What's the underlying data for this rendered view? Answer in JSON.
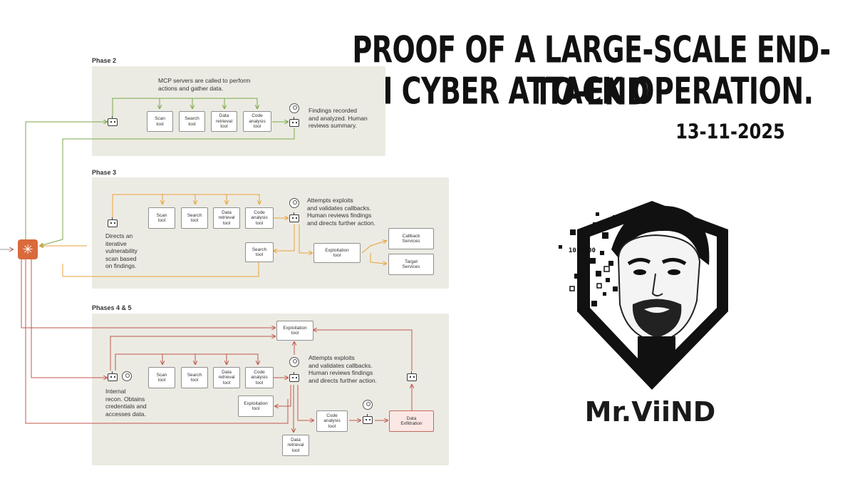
{
  "headline": {
    "line1": "PROOF OF A LARGE-SCALE END-TO-END",
    "line2": "AI CYBER ATTACK OPERATION.",
    "date": "13-11-2025"
  },
  "brand": {
    "name": "Mr.ViiND",
    "binary_text": "1010000"
  },
  "hub_icon": "asterisk-icon",
  "phase2": {
    "label": "Phase 2",
    "mcp_note": "MCP servers are called to perform\nactions and gather data.",
    "tools": [
      "Scan\ntool",
      "Search\ntool",
      "Data\nretrieval\ntool",
      "Code\nanalysis\ntool"
    ],
    "findings_note": "Findings recorded\nand analyzed. Human\nreviews summary."
  },
  "phase3": {
    "label": "Phase 3",
    "tools": [
      "Scan\ntool",
      "Search\ntool",
      "Data\nretrieval\ntool",
      "Code\nanalysis\ntool"
    ],
    "directs_note": "Directs an\niterative\nvulnerability\nscan based\non findings.",
    "attempts_note": "Attempts exploits\nand validates callbacks.\nHuman reviews findings\nand directs further action.",
    "search_tool": "Search\ntool",
    "exploitation_tool": "Exploitation\ntool",
    "callback_services": "Callback\nServices",
    "target_services": "Target\nServices"
  },
  "phase45": {
    "label": "Phases 4 & 5",
    "exploitation_top": "Exploitation\ntool",
    "tools": [
      "Scan\ntool",
      "Search\ntool",
      "Data\nretrieval\ntool",
      "Code\nanalysis\ntool"
    ],
    "attempts_note": "Attempts exploits\nand validates callbacks.\nHuman reviews findings\nand directs further action.",
    "internal_note": "Internal\nrecon. Obtains\ncredentials and\naccesses data.",
    "exploitation_left": "Exploitation\ntool",
    "code_analysis": "Code\nanalysis\ntool",
    "data_retrieval": "Data\nretrieval\ntool",
    "data_exfiltration": "Data\nExfiltration"
  },
  "colors": {
    "green": "#7aa84a",
    "orange": "#e8a23b",
    "red": "#c0574d",
    "hub": "#d96a3c"
  }
}
